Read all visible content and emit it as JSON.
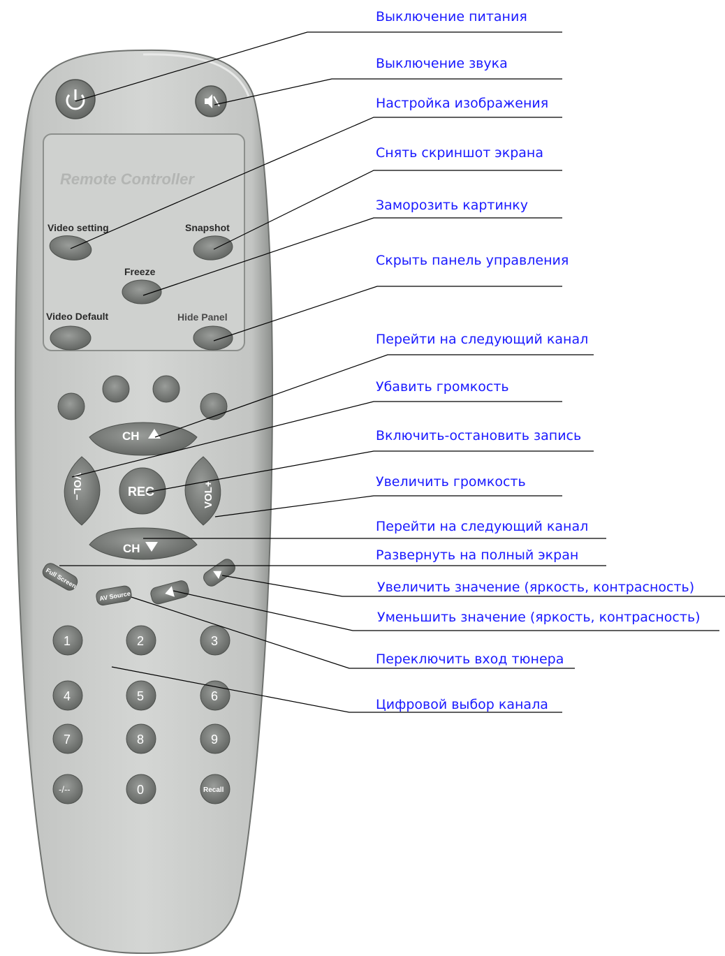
{
  "remote": {
    "brand_text": "Remote Controller",
    "buttons": {
      "video_setting": "Video setting",
      "snapshot": "Snapshot",
      "freeze": "Freeze",
      "video_default": "Video Default",
      "hide_panel": "Hide Panel",
      "ch_up": "CH",
      "ch_down": "CH",
      "vol_minus": "VOL–",
      "vol_plus": "VOL+",
      "rec": "REC",
      "full_screen": "Full Screen",
      "av_source": "AV Source",
      "digits": [
        "1",
        "2",
        "3",
        "4",
        "5",
        "6",
        "7",
        "8",
        "9"
      ],
      "dash": "-/--",
      "zero": "0",
      "recall": "Recall"
    }
  },
  "annotations": [
    "Выключение питания",
    "Выключение звука",
    "Настройка изображения",
    "Снять скриншот экрана",
    "Заморозить картинку",
    "Скрыть панель управления",
    "Перейти на следующий канал",
    "Убавить громкость",
    "Включить-остановить запись",
    "Увеличить громкость",
    "Перейти на следующий канал",
    "Развернуть на полный экран",
    "Увеличить значение (яркость, контрасность)",
    "Уменьшить значение (яркость, контрасность)",
    "Переключить вход тюнера",
    "Цифровой выбор канала"
  ],
  "colors": {
    "label_text": "#1a1aff",
    "remote_body": "#c9cbc9",
    "button_fill": "#7d807d",
    "leader_line": "#000000"
  }
}
